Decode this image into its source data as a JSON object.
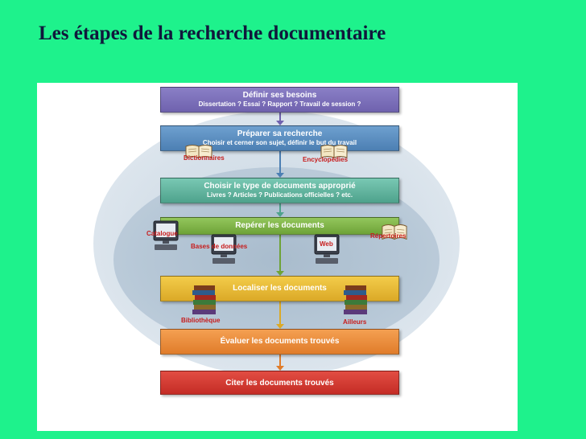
{
  "slide": {
    "title": "Les étapes de la recherche documentaire"
  },
  "steps": [
    {
      "title": "Définir ses besoins",
      "subtitle": "Dissertation ? Essai ? Rapport ? Travail de session ?"
    },
    {
      "title": "Préparer sa recherche",
      "subtitle": "Choisir et cerner son sujet, définir le but du travail"
    },
    {
      "title": "Choisir le type de documents approprié",
      "subtitle": "Livres ? Articles ? Publications officielles ? etc."
    },
    {
      "title": "Repérer les documents"
    },
    {
      "title": "Localiser les documents"
    },
    {
      "title": "Évaluer les documents trouvés"
    },
    {
      "title": "Citer les documents trouvés"
    }
  ],
  "resources": {
    "dictionnaires": "Dictionnaires",
    "encyclopedies": "Encyclopédies",
    "catalogue": "Catalogue",
    "bases_de_donnees": "Bases de données",
    "web": "Web",
    "repertoires": "Répertoires",
    "bibliotheque": "Bibliothèque",
    "ailleurs": "Ailleurs"
  },
  "colors": {
    "background": "#1ef28c",
    "step1": "#7a6fb8",
    "step2": "#5b8dc0",
    "step3": "#62b59f",
    "step4": "#82b54a",
    "step5": "#e8bb38",
    "step6": "#ea8d3d",
    "step7": "#d33c34",
    "resource_label": "#c71c1c"
  }
}
